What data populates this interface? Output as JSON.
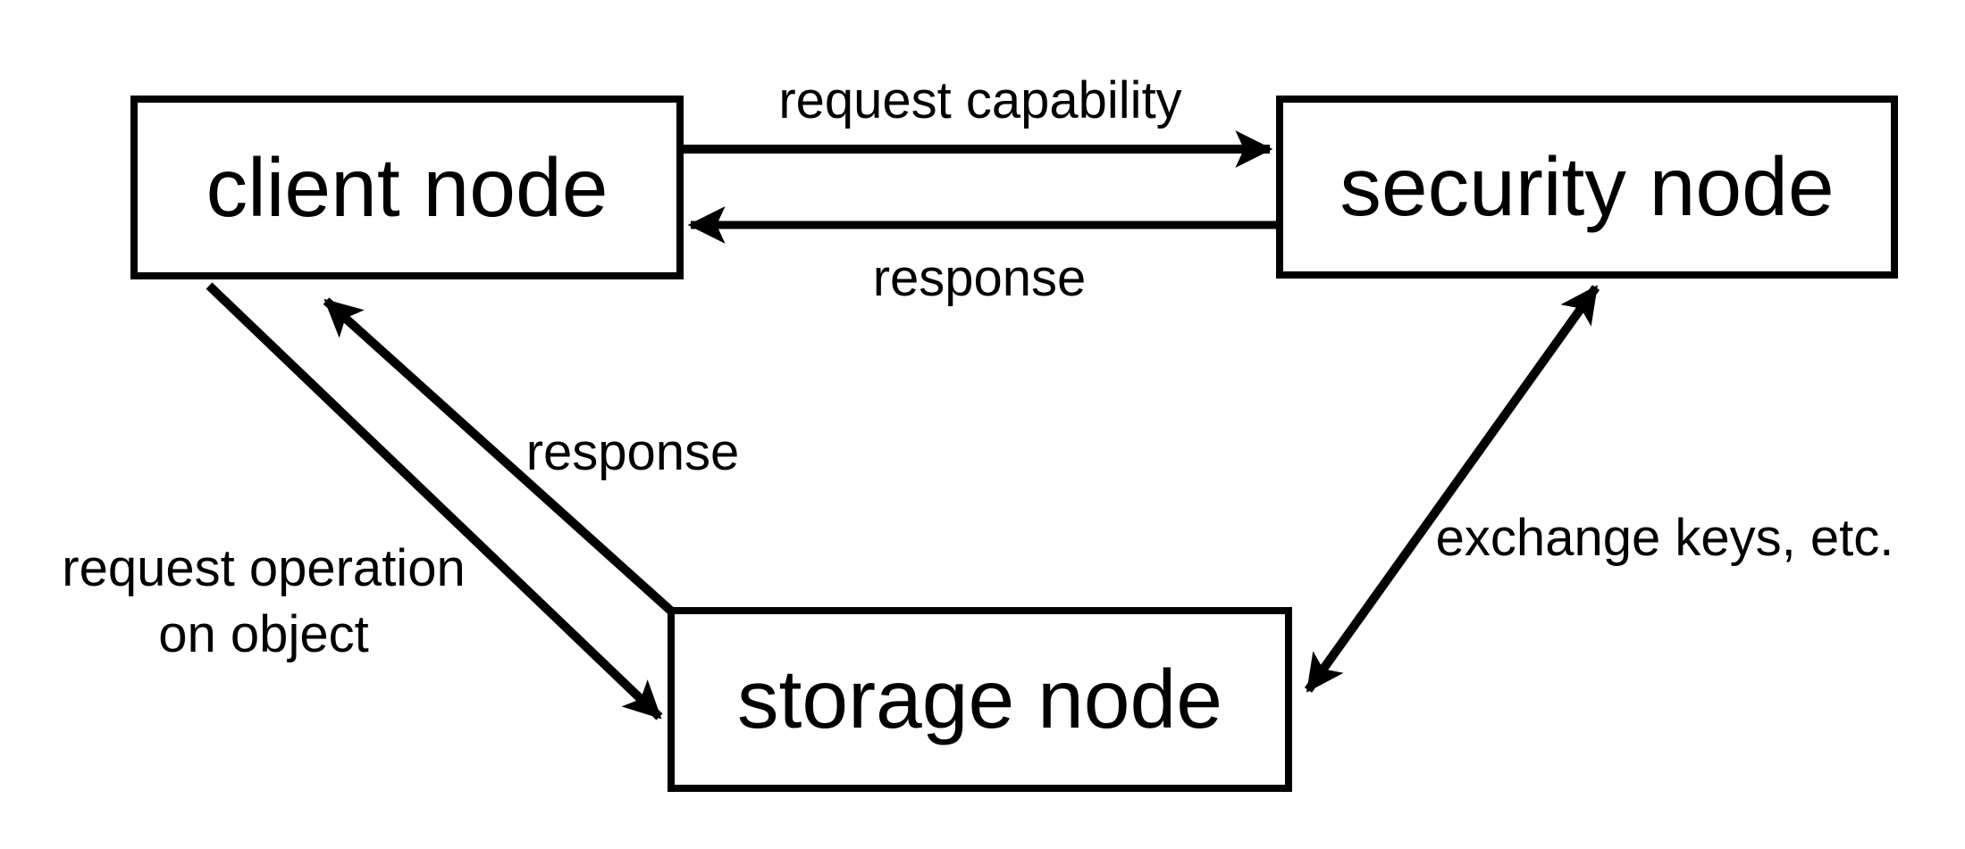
{
  "diagram": {
    "type": "node-edge-diagram",
    "nodes": [
      {
        "id": "client",
        "label": "client node"
      },
      {
        "id": "security",
        "label": "security node"
      },
      {
        "id": "storage",
        "label": "storage node"
      }
    ],
    "edges": [
      {
        "from": "client",
        "to": "security",
        "label": "request capability",
        "direction": "one-way"
      },
      {
        "from": "security",
        "to": "client",
        "label": "response",
        "direction": "one-way"
      },
      {
        "from": "client",
        "to": "storage",
        "label": "request operation on object",
        "label_lines": [
          "request operation",
          "on object"
        ],
        "direction": "one-way"
      },
      {
        "from": "storage",
        "to": "client",
        "label": "response",
        "direction": "one-way"
      },
      {
        "from": "storage",
        "to": "security",
        "label": "exchange keys, etc.",
        "direction": "two-way"
      }
    ],
    "colors": {
      "background": "#ffffff",
      "stroke": "#000000",
      "text": "#000000"
    }
  }
}
